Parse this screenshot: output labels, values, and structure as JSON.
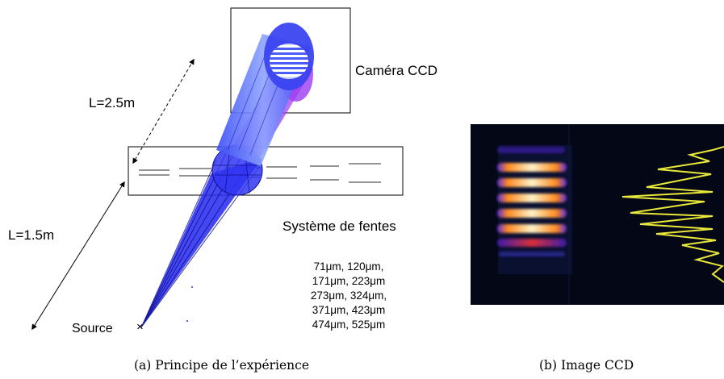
{
  "diagram": {
    "camera_label": "Caméra CCD",
    "distance_top": "L=2.5m",
    "distance_bottom": "L=1.5m",
    "slits_title": "Système de fentes",
    "slit_widths": [
      "71μm, 120μm,",
      "171μm, 223μm",
      "273μm, 324μm,",
      "371μm, 423μm",
      "474μm, 525μm"
    ],
    "source_label": "Source",
    "source_marker": "×"
  },
  "captions": {
    "a": "(a)  Principe de l’expérience",
    "b": "(b)  Image CCD"
  },
  "colors": {
    "beam_blue": "#2a2cf2",
    "beam_purple": "#9b3cf0",
    "fringe_orange": "#ff8a1e",
    "profile_yellow": "#e8e83a",
    "ccd_background": "#040716"
  }
}
